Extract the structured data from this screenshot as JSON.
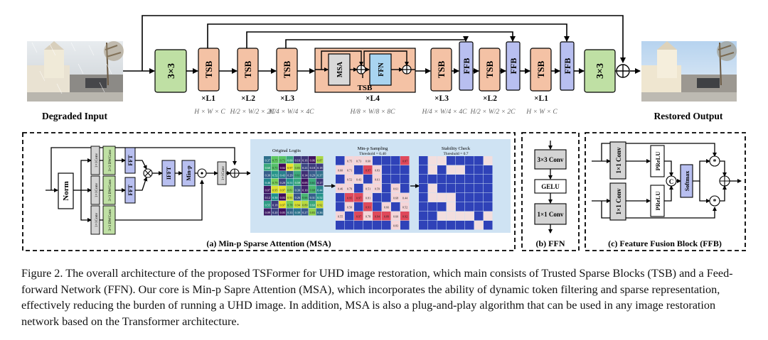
{
  "colors": {
    "tsb": "#f4c2a5",
    "ffb": "#b8bff0",
    "conv": "#bfe0a4",
    "ffn": "#a9d4f0",
    "msa_box": "#d9d9d9",
    "gray": "#d4d4d4",
    "heat_bg": "#cfe3f3",
    "grid_blue": "#2f42b8",
    "grid_red": "#e0495b"
  },
  "top": {
    "input_label": "Degraded Input",
    "output_label": "Restored Output",
    "conv_in": "3×3",
    "conv_out": "3×3",
    "tsb": "TSB",
    "msa": "MSA",
    "ffn": "FFN",
    "ffb": "FFB",
    "tsb_group_label": "TSB",
    "repeats": {
      "l1": "×L1",
      "l2": "×L2",
      "l3": "×L3",
      "l4": "×L4",
      "l3b": "×L3",
      "l2b": "×L2",
      "l1b": "×L1"
    },
    "resolutions": {
      "r1": "H × W × C",
      "r2": "H/2 × W/2 × 2C",
      "r3": "H/4 × W/4 × 4C",
      "r4": "H/8 × W/8 × 8C",
      "r5": "H/4 × W/4 × 4C",
      "r6": "H/2 × W/2 × 2C",
      "r7": "H × W × C"
    }
  },
  "msa_panel": {
    "caption": "(a) Min-p Sparse Attention (MSA)",
    "norm": "Norm",
    "conv1": "1×1Conv",
    "dwconv": "3×3 DWConv",
    "fft": "FFT",
    "ifft": "IFFT",
    "minp": "Min-p",
    "conv_out": "1×1Conv",
    "heat_titles": {
      "original": "Original Logits",
      "sampling": "Min-p Sampling",
      "sampling_sub": "Threshold = 0.40",
      "stability": "Stability Check",
      "stability_sub": "Threshold = 0.7"
    }
  },
  "ffn_panel": {
    "caption": "(b) FFN",
    "conv3": "3×3 Conv",
    "gelu": "GELU",
    "conv1": "1×1 Conv"
  },
  "ffb_panel": {
    "caption": "(c) Feature Fusion Block (FFB)",
    "conv": "1×1 Conv",
    "prelu": "PReLU",
    "softmax": "Softmax",
    "concat": "C"
  },
  "caption_text": "Figure 2. The overall architecture of the proposed TSFormer for UHD image restoration, which main consists of Trusted Sparse Blocks (TSB) and a Feed-forward Network (FFN). Our core is Min-p Sapre Attention (MSA), which incorporates the ability of dynamic token filtering and sparse representation, effectively reducing the burden of running a UHD image. In addition, MSA is also a plug-and-play algorithm that can be used in any image restoration network based on the Transformer architecture.",
  "heatmap": {
    "original": [
      [
        0.37,
        0.75,
        0.73,
        0.6,
        0.16,
        0.16,
        0.06,
        0.87
      ],
      [
        0.6,
        0.71,
        0.02,
        0.97,
        0.83,
        0.21,
        0.18,
        0.18
      ],
      [
        0.3,
        0.52,
        0.43,
        0.29,
        0.61,
        0.14,
        0.29,
        0.37
      ],
      [
        0.46,
        0.79,
        0.2,
        0.51,
        0.59,
        0.05,
        0.61,
        0.17
      ],
      [
        0.07,
        0.95,
        0.97,
        0.81,
        0.3,
        0.1,
        0.68,
        0.44
      ],
      [
        0.12,
        0.5,
        0.03,
        0.91,
        0.26,
        0.66,
        0.31,
        0.52
      ],
      [
        0.55,
        0.18,
        0.97,
        0.78,
        0.94,
        0.89,
        0.6,
        0.92
      ],
      [
        0.09,
        0.2,
        0.05,
        0.33,
        0.39,
        0.27,
        0.83,
        0.36
      ]
    ]
  }
}
